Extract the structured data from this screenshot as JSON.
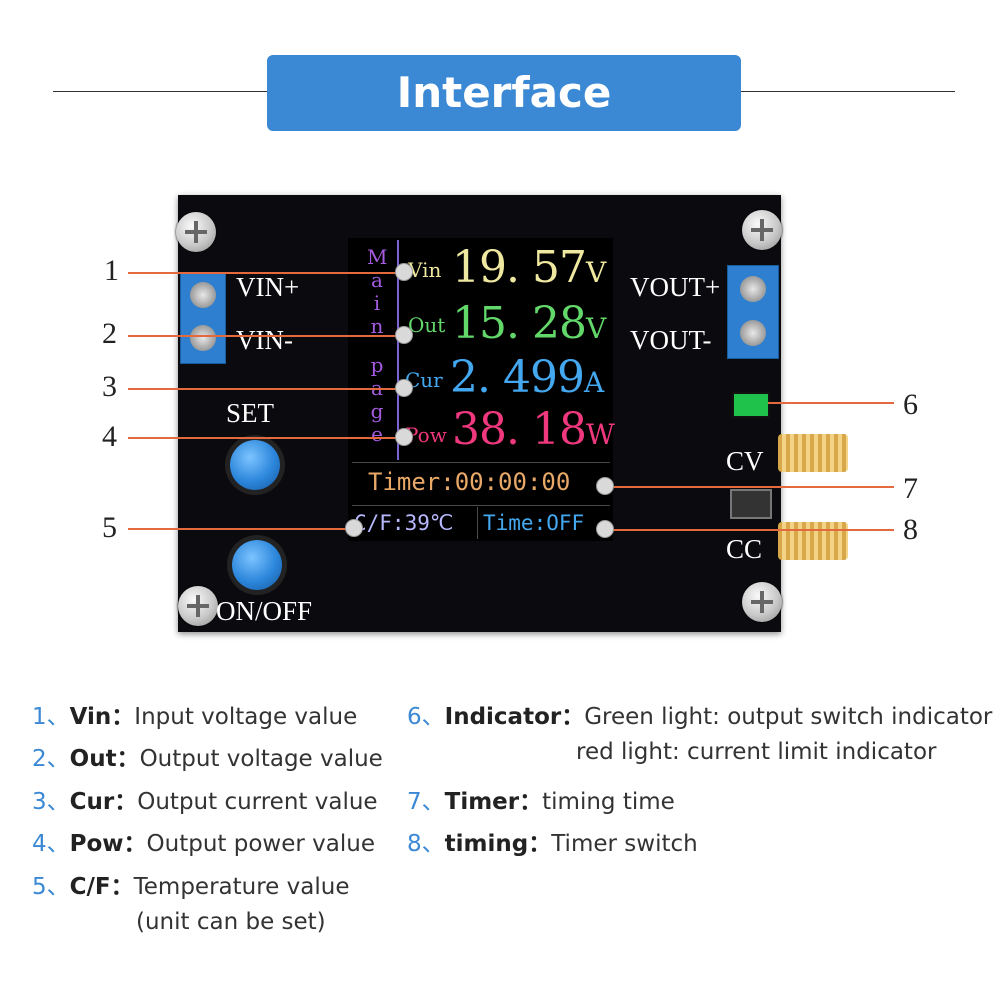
{
  "title": "Interface description",
  "board": {
    "vin_plus": "VIN+",
    "vin_minus": "VIN-",
    "vout_plus": "VOUT+",
    "vout_minus": "VOUT-",
    "set": "SET",
    "onoff": "ON/OFF",
    "cv": "CV",
    "cc": "CC"
  },
  "screen": {
    "main_page": [
      "M",
      "a",
      "i",
      "n",
      "p",
      "a",
      "g",
      "e"
    ],
    "vin_label": "Vin",
    "vin_value": "19. 57",
    "vin_unit": "V",
    "out_label": "Out",
    "out_value": "15. 28",
    "out_unit": "V",
    "cur_label": "Cur",
    "cur_value": "2. 499",
    "cur_unit": "A",
    "pow_label": "Pow",
    "pow_value": "38. 18",
    "pow_unit": "W",
    "timer": "Timer:00:00:00",
    "temp": "C/F:39℃",
    "time": "Time:OFF",
    "colors": {
      "vin": "#efe8a0",
      "out": "#63d86a",
      "cur": "#44a8f0",
      "pow": "#f0387e",
      "timer": "#e8a868",
      "temp": "#b8b8ff",
      "time": "#44a8f0"
    }
  },
  "callouts": [
    "1",
    "2",
    "3",
    "4",
    "5",
    "6",
    "7",
    "8"
  ],
  "descriptions": {
    "d1": {
      "num": "1、",
      "key": "Vin：",
      "text": "Input voltage value"
    },
    "d2": {
      "num": "2、",
      "key": "Out：",
      "text": "Output voltage value"
    },
    "d3": {
      "num": "3、",
      "key": "Cur：",
      "text": "Output current value"
    },
    "d4": {
      "num": "4、",
      "key": "Pow：",
      "text": "Output power value"
    },
    "d5": {
      "num": "5、",
      "key": "C/F：",
      "text": "Temperature value",
      "text2": "(unit can be set)"
    },
    "d6": {
      "num": "6、",
      "key": "Indicator：",
      "text": "Green light: output switch indicator",
      "text2": "red light: current limit indicator"
    },
    "d7": {
      "num": "7、",
      "key": "Timer：",
      "text": "timing time"
    },
    "d8": {
      "num": "8、",
      "key": "timing：",
      "text": "Timer switch"
    }
  }
}
